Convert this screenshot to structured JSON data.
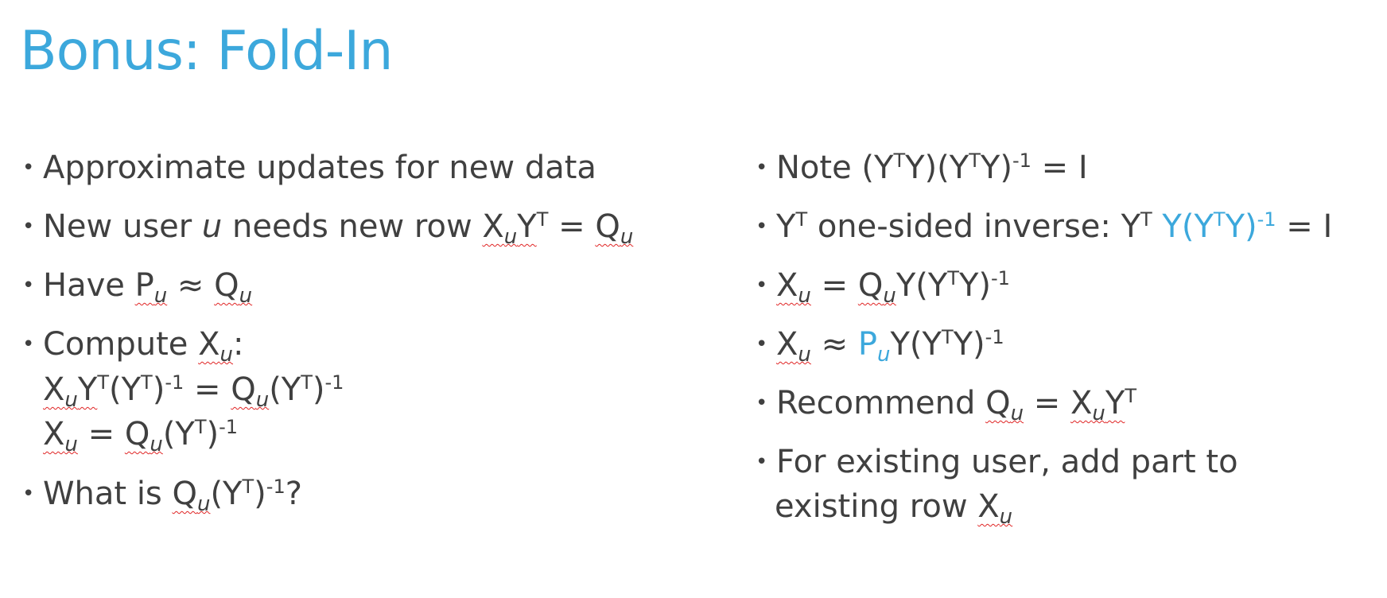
{
  "title": "Bonus: Fold-In",
  "left": {
    "item1": "Approximate updates for new data",
    "item2": {
      "before": "New user ",
      "var": "u",
      "after": " needs new row ",
      "X": "X",
      "u": "u",
      "Y": "Y",
      "T": "T",
      "eq": " = ",
      "Q": "Q"
    },
    "item3": {
      "before": "Have ",
      "P": "P",
      "u": "u",
      "approx": " ≈ ",
      "Q": "Q"
    },
    "item4": {
      "before": "Compute ",
      "X": "X",
      "u": "u",
      "colon": ":",
      "line1_open": "(Y",
      "line1_inv": "-1",
      "line1_close": ")",
      "eq": " = ",
      "line2_close": ")"
    },
    "item5": {
      "before": "What is ",
      "Q": "Q",
      "u": "u",
      "open": "(Y",
      "T": "T",
      "close": ")",
      "inv": "-1",
      "q": "?"
    }
  },
  "right": {
    "item1": {
      "before": "Note ",
      "p1": "(Y",
      "T": "T",
      "p2": "Y)",
      "inv": "-1",
      "eq": " = I"
    },
    "item2": {
      "Y": "Y",
      "T": "T",
      "mid": " one-sided inverse: ",
      "hl1": " Y(Y",
      "hl2": "Y)",
      "inv": "-1",
      "eq": " = I"
    },
    "item3": {
      "X": "X",
      "u": "u",
      "eq": " = ",
      "Q": "Q",
      "rest1": "Y(Y",
      "T": "T",
      "rest2": "Y)",
      "inv": "-1"
    },
    "item4": {
      "X": "X",
      "u": "u",
      "approx": " ≈ ",
      "P": "P",
      "rest1": "Y(Y",
      "T": "T",
      "rest2": "Y)",
      "inv": "-1"
    },
    "item5": {
      "before": "Recommend ",
      "Q": "Q",
      "u": "u",
      "eq": " = ",
      "X": "X",
      "Y": "Y",
      "T": "T"
    },
    "item6": {
      "line1": "For existing user, add part to",
      "line2": "existing row ",
      "X": "X",
      "u": "u"
    }
  }
}
